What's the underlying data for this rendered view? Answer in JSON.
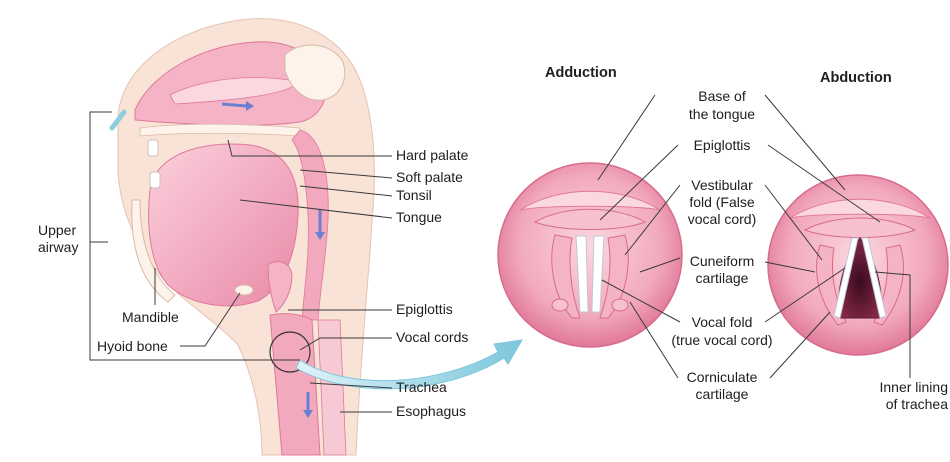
{
  "headings": {
    "adduction": "Adduction",
    "abduction": "Abduction"
  },
  "sagittal_labels": {
    "upper_airway_1": "Upper",
    "upper_airway_2": "airway",
    "mandible": "Mandible",
    "hyoid_bone": "Hyoid bone",
    "hard_palate": "Hard palate",
    "soft_palate": "Soft palate",
    "tonsil": "Tonsil",
    "tongue": "Tongue",
    "epiglottis": "Epiglottis",
    "vocal_cords": "Vocal cords",
    "trachea": "Trachea",
    "esophagus": "Esophagus"
  },
  "larynx_labels": {
    "base_of_tongue_1": "Base of",
    "base_of_tongue_2": "the tongue",
    "epiglottis": "Epiglottis",
    "vestibular_fold_1": "Vestibular",
    "vestibular_fold_2": "fold (False",
    "vestibular_fold_3": "vocal cord)",
    "cuneiform_1": "Cuneiform",
    "cuneiform_2": "cartilage",
    "vocal_fold_1": "Vocal fold",
    "vocal_fold_2": "(true vocal cord)",
    "corniculate_1": "Corniculate",
    "corniculate_2": "cartilage",
    "inner_lining_1": "Inner lining",
    "inner_lining_2": "of trachea"
  },
  "colors": {
    "tissue": "#f2a9bd",
    "tissue_dark": "#e07898",
    "tissue_light": "#fbd7e0",
    "skin": "#f8e3d6",
    "arrow": "#8fcde0",
    "flow": "#6a7fd0",
    "glottis": "#5a1830"
  }
}
